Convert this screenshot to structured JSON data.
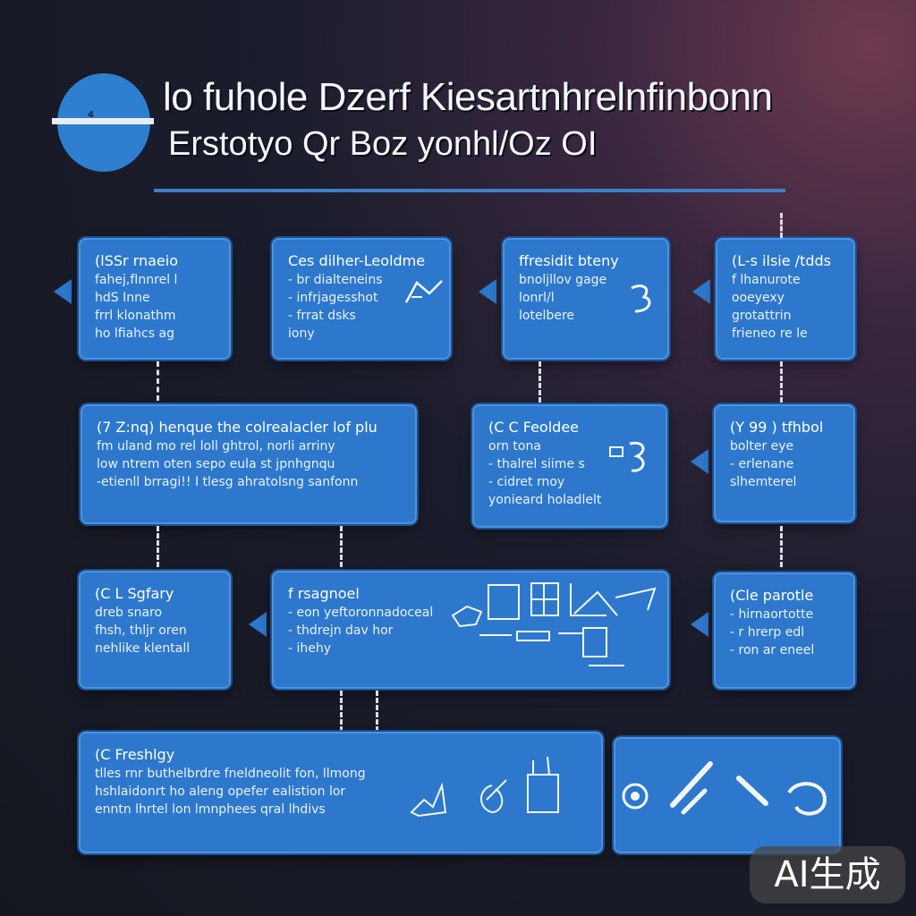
{
  "header": {
    "logo_text": "4",
    "title_line1": "lo fuhole Dzerf Kiesartnhrelnfinbonn",
    "title_line2": "Erstotyo Qr Boz yonhl/Oz OI"
  },
  "boxes": [
    {
      "title": "(lSSr rnaeio",
      "lines": [
        "fahej,fInnrel l",
        "hdS Inne",
        "frrl klonathm",
        "ho lfiahcs ag"
      ]
    },
    {
      "title": "Ces dilher-Leoldme",
      "lines": [
        "- br dialteneins",
        "- infrjagesshot",
        "- frrat dsks",
        "iony"
      ]
    },
    {
      "title": "ffresidit bteny",
      "lines": [
        "bnoljllov gage",
        "lonrl/l",
        "lotelbere"
      ]
    },
    {
      "title": "(L-s ilsie /tdds",
      "lines": [
        "f lhanurote",
        "ooeyexy",
        "grotattrin",
        "frieneo re le"
      ]
    },
    {
      "title": "(7 Z:nq) henque the colrealacler lof plu",
      "lines": [
        "fm uland mo rel loll ghtrol, norli arriny",
        "low ntrem oten sepo eula st jpnhgnqu",
        "-etienll brragi!! I tlesg ahratolsng sanfonn"
      ]
    },
    {
      "title": "(C C Feoldee",
      "lines": [
        "orn tona",
        "- thalrel siime s",
        "- cidret rnoy",
        "yonieard holadlelt"
      ]
    },
    {
      "title": "(Y 99 ) tfhbol",
      "lines": [
        "bolter eye",
        "- erlenane",
        "slhemterel"
      ]
    },
    {
      "title": "(C L Sgfary",
      "lines": [
        "dreb snaro",
        "fhsh, thljr oren",
        "nehlike klentall"
      ]
    },
    {
      "title": "f rsagnoel",
      "lines": [
        "- eon yeftoronnadoceal",
        "- thdrejn dav hor",
        "- ihehy"
      ]
    },
    {
      "title": "(Cle parotle",
      "lines": [
        "- hirnaortotte",
        "- r hrerp edl",
        "- ron ar eneel"
      ]
    }
  ],
  "bottom_box": {
    "title": "(C Freshlgy",
    "lines": [
      "tlles rnr buthelbrdre fneldneolit fon, llmong",
      "hshlaidonrt ho aleng opefer ealistion lor",
      "enntn lhrtel lon lmnphees qral lhdivs"
    ]
  },
  "badge": "AI生成"
}
